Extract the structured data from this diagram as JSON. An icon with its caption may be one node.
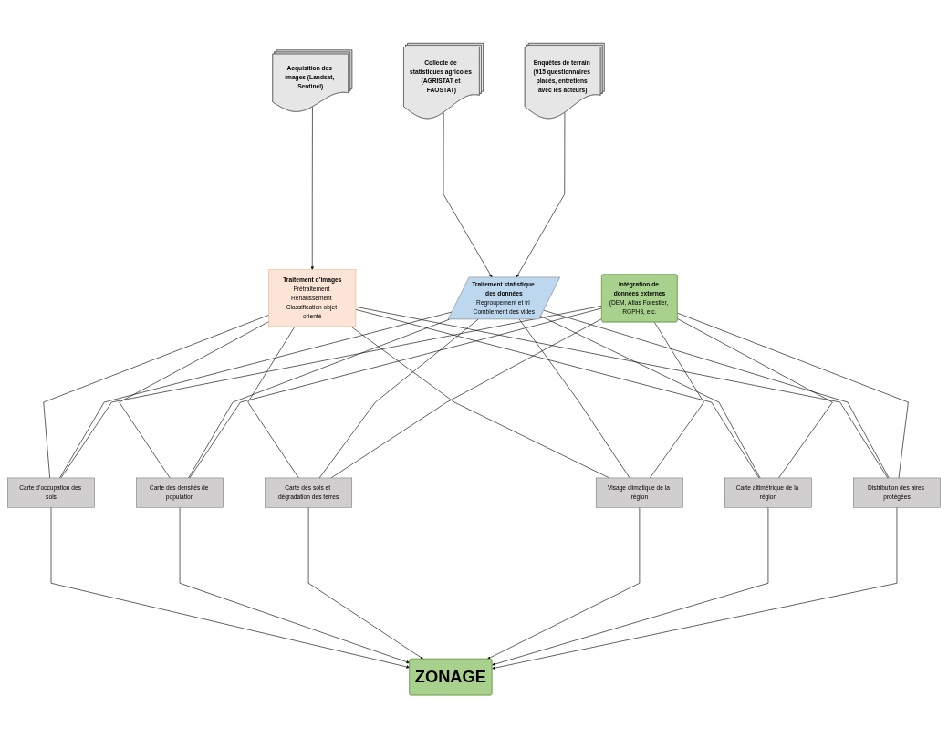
{
  "diagram": {
    "nodes": [
      {
        "text": [
          "Acquisition des images (Landsat, Sentinel)"
        ]
      },
      {
        "text": [
          "Collecte de statistiques agricoles (AGRISTAT et FAOSTAT)"
        ]
      },
      {
        "text": [
          "Enquêtes de terrain (915 questionnaires placés, entretiens avec les acteurs)"
        ]
      },
      {
        "text": [
          "Traitement d’images",
          "Prétraitement Rehaussement Classification objet orienté"
        ]
      },
      {
        "text": [
          "Traitement statistique des données",
          "Regroupement et tri Comblement des vides"
        ]
      },
      {
        "text": [
          "Intégration de données externes",
          "(DEM, Atlas Forestier, RGPH3, etc."
        ]
      },
      {
        "text": [
          "Carte d’occupation des sols"
        ]
      },
      {
        "text": [
          "Carte des densités de population"
        ]
      },
      {
        "text": [
          "Carte des sols et dégradation des terres"
        ]
      },
      {
        "text": [
          "Visage climatique de la région"
        ]
      },
      {
        "text": [
          "Carte altimétrique de la région"
        ]
      },
      {
        "text": [
          "Distribution des aires protégées"
        ]
      },
      {
        "text": [
          "ZONAGE"
        ]
      }
    ],
    "edges": [
      {
        "from": 0,
        "to": 3,
        "arrow": "to"
      },
      {
        "from": 1,
        "to": 4,
        "arrow": "to"
      },
      {
        "from": 2,
        "to": 4,
        "arrow": "to"
      },
      {
        "from": 3,
        "to": 6,
        "arrow": "none"
      },
      {
        "from": 3,
        "to": 7,
        "arrow": "none"
      },
      {
        "from": 3,
        "to": 8,
        "arrow": "none"
      },
      {
        "from": 3,
        "to": 9,
        "arrow": "none"
      },
      {
        "from": 3,
        "to": 10,
        "arrow": "none"
      },
      {
        "from": 3,
        "to": 11,
        "arrow": "none"
      },
      {
        "from": 4,
        "to": 6,
        "arrow": "none"
      },
      {
        "from": 4,
        "to": 7,
        "arrow": "none"
      },
      {
        "from": 4,
        "to": 8,
        "arrow": "none"
      },
      {
        "from": 4,
        "to": 9,
        "arrow": "none"
      },
      {
        "from": 4,
        "to": 10,
        "arrow": "none"
      },
      {
        "from": 4,
        "to": 11,
        "arrow": "none"
      },
      {
        "from": 5,
        "to": 6,
        "arrow": "none"
      },
      {
        "from": 5,
        "to": 7,
        "arrow": "none"
      },
      {
        "from": 5,
        "to": 8,
        "arrow": "none"
      },
      {
        "from": 5,
        "to": 9,
        "arrow": "none"
      },
      {
        "from": 5,
        "to": 10,
        "arrow": "none"
      },
      {
        "from": 5,
        "to": 11,
        "arrow": "none"
      },
      {
        "from": 6,
        "to": 12,
        "arrow": "to"
      },
      {
        "from": 7,
        "to": 12,
        "arrow": "to"
      },
      {
        "from": 8,
        "to": 12,
        "arrow": "to"
      },
      {
        "from": 9,
        "to": 12,
        "arrow": "to"
      },
      {
        "from": 10,
        "to": 12,
        "arrow": "to"
      },
      {
        "from": 11,
        "to": 12,
        "arrow": "to"
      }
    ]
  }
}
